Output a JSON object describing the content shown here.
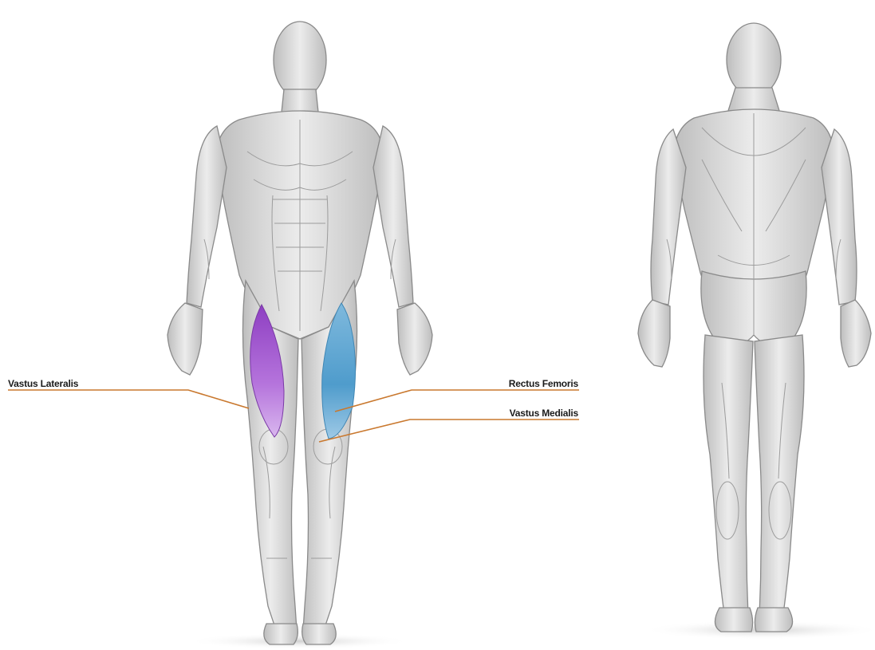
{
  "labels": {
    "vastus_lateralis": "Vastus Lateralis",
    "rectus_femoris": "Rectus Femoris",
    "vastus_medialis": "Vastus Medialis"
  },
  "colors": {
    "leader_line": "#c9782e",
    "vastus_lateralis_highlight": "#a35fc8",
    "rectus_femoris_highlight": "#5fa8d6",
    "body_fill": "#d8d8d8",
    "body_stroke": "#8a8a8a",
    "muscle_line": "#9c9c9c"
  },
  "figures": [
    "front-view",
    "back-view"
  ]
}
